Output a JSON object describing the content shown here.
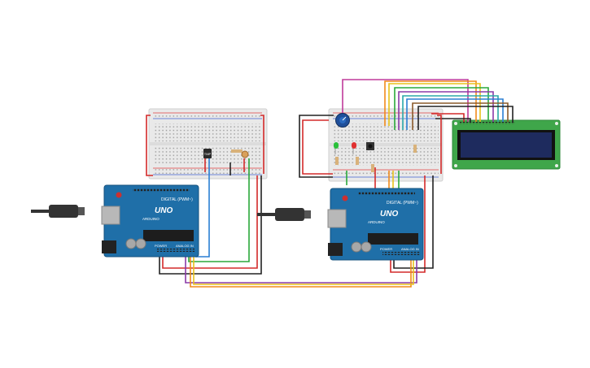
{
  "boards": [
    {
      "brand": "ARDUINO",
      "model": "UNO",
      "header_label": "DIGITAL (PWM~)",
      "power_label": "POWER",
      "analog_label": "ANALOG IN"
    },
    {
      "brand": "ARDUINO",
      "model": "UNO",
      "header_label": "DIGITAL (PWM~)",
      "power_label": "POWER",
      "analog_label": "ANALOG IN"
    }
  ],
  "sensor_label": "TMP",
  "colors": {
    "arduino_blue": "#1f6fa8",
    "breadboard": "#ececec",
    "lcd_pcb": "#3fa64a",
    "lcd_screen": "#1e2b5e",
    "wire_red": "#d42a2a",
    "wire_black": "#222222",
    "wire_green": "#2aa83a",
    "wire_blue": "#2a7fd4",
    "wire_orange": "#f08a1a",
    "wire_yellow": "#e8c21a",
    "wire_purple": "#8a3aa8",
    "wire_magenta": "#c03a9a",
    "wire_brown": "#8a5a2a",
    "wire_teal": "#2aa8a8",
    "usb_cable": "#333333"
  },
  "icons": [
    "usb-cable-icon",
    "potentiometer-icon",
    "led-icon",
    "pushbutton-icon",
    "resistor-icon",
    "temperature-sensor-icon",
    "photoresistor-icon"
  ]
}
